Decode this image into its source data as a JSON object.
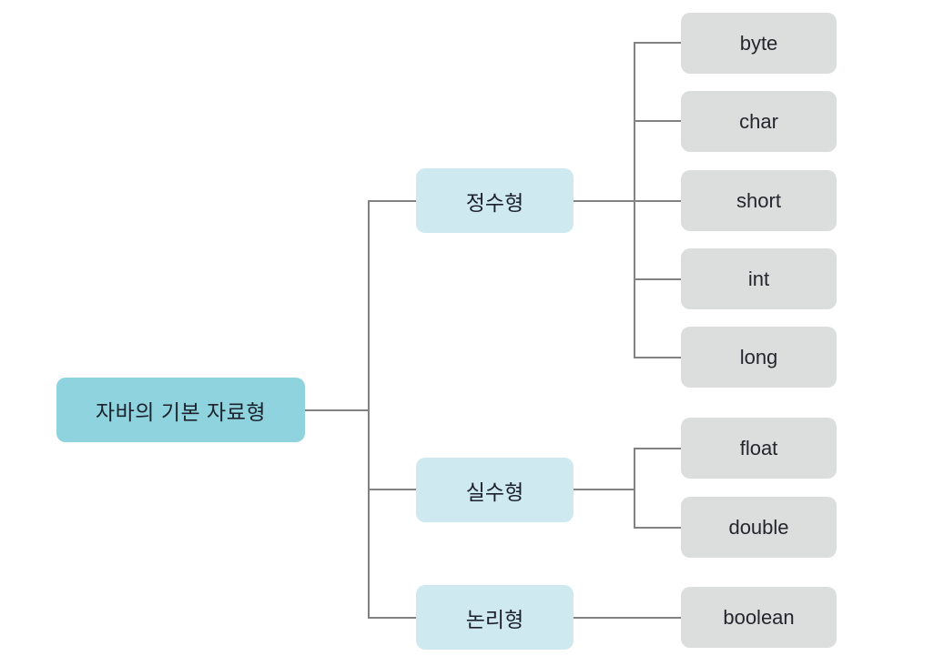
{
  "diagram": {
    "root": {
      "label": "자바의 기본 자료형"
    },
    "categories": [
      {
        "label": "정수형",
        "children": [
          "byte",
          "char",
          "short",
          "int",
          "long"
        ]
      },
      {
        "label": "실수형",
        "children": [
          "float",
          "double"
        ]
      },
      {
        "label": "논리형",
        "children": [
          "boolean"
        ]
      }
    ],
    "colors": {
      "root_fill": "#8ed3de",
      "category_fill": "#cfe9f1",
      "leaf_fill": "#dcdddd",
      "connector": "#828282",
      "text": "#1d212b",
      "background": "#ffffff"
    }
  }
}
